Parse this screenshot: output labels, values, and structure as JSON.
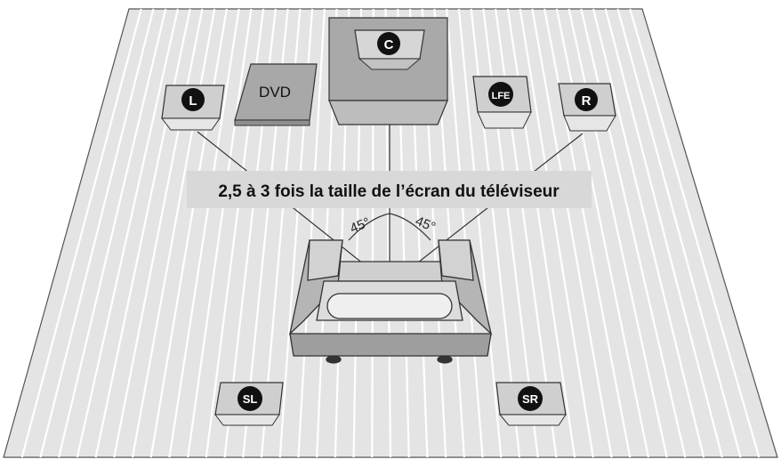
{
  "caption": "2,5 à 3 fois la taille de l’écran du téléviseur",
  "angles": {
    "left": "45°",
    "right": "45°"
  },
  "dvd_label": "DVD",
  "speakers": [
    {
      "id": "L",
      "label": "L"
    },
    {
      "id": "C",
      "label": "C"
    },
    {
      "id": "LFE",
      "label": "LFE"
    },
    {
      "id": "R",
      "label": "R"
    },
    {
      "id": "SL",
      "label": "SL"
    },
    {
      "id": "SR",
      "label": "SR"
    }
  ],
  "colors": {
    "floor": "#e6e6e6",
    "floor_lines": "#ffffff",
    "box_side": "#a9a9a9",
    "box_front": "#cfcfcf",
    "badge": "#111111",
    "caption_bg": "#d9d9d9"
  }
}
